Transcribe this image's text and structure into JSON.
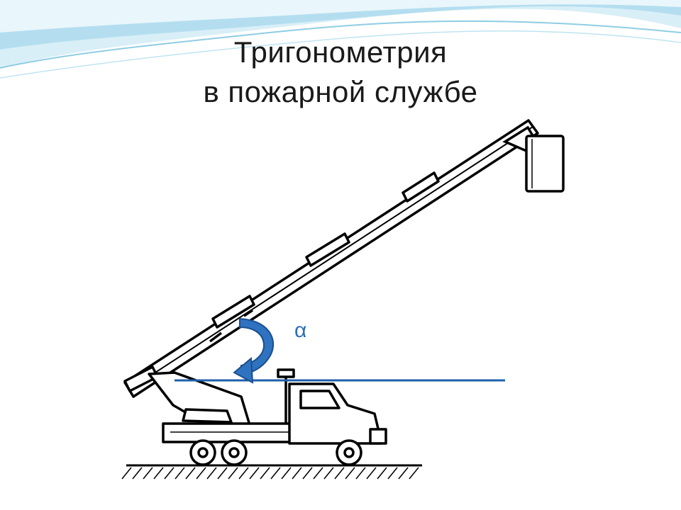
{
  "slide": {
    "title_line1": "Тригонометрия",
    "title_line2": "в пожарной службе",
    "angle_label": "α"
  },
  "colors": {
    "background": "#ffffff",
    "wave_light": "#cfe9f3",
    "wave_mid": "#9fd3e6",
    "accent_blue": "#1f5fae",
    "title_text": "#1a1a1a",
    "line_art": "#000000"
  },
  "icons": {
    "angle_arrow": "curved-arrow-icon",
    "fire_truck": "aerial-ladder-truck-icon"
  }
}
